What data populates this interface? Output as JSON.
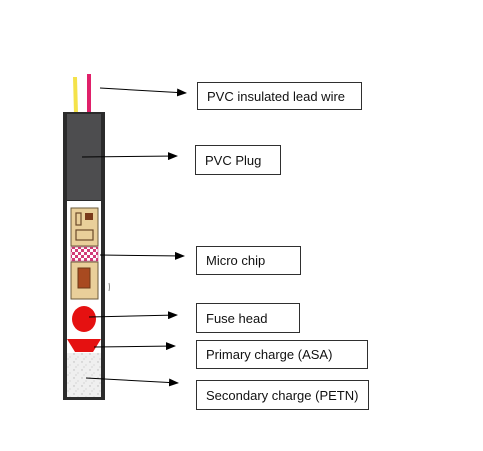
{
  "labels": {
    "lead_wire": "PVC insulated lead wire",
    "plug": "PVC Plug",
    "micro_chip": "Micro chip",
    "fuse_head": "Fuse head",
    "primary_charge": "Primary charge (ASA)",
    "secondary_charge": "Secondary charge (PETN)"
  },
  "colors": {
    "shell": "#2b2b2b",
    "plug": "#4d4d4f",
    "wire_yellow": "#f4e24a",
    "wire_red": "#e0206a",
    "chip_board": "#e9cf9a",
    "chip_mesh": "#d23c78",
    "fuse_head": "#e51111",
    "primary_charge": "#e51111",
    "secondary_charge": "#efefef",
    "arrow": "#000000"
  }
}
